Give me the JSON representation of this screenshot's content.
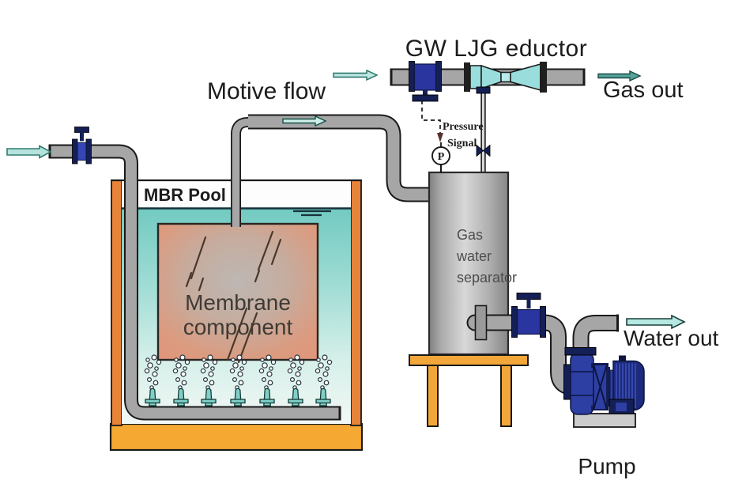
{
  "diagram_title": "GW LJG eductor",
  "labels": {
    "motive_flow": "Motive flow",
    "gas_out": "Gas out",
    "water_out": "Water out",
    "pump": "Pump",
    "mbr_pool": "MBR Pool",
    "membrane_line1": "Membrane",
    "membrane_line2": "component",
    "separator_line1": "Gas",
    "separator_line2": "water",
    "separator_line3": "separator",
    "pressure_line1": "Pressure",
    "pressure_line2": "Signal",
    "gauge_symbol": "P"
  },
  "colors": {
    "pipe_gray": "#a6a6a6",
    "outline": "#1a1a1a",
    "valve_navy": "#141f55",
    "valve_blue": "#2a35a0",
    "eductor_cyan": "#9adddd",
    "pool_wall_orange": "#e8833a",
    "pool_base_gold": "#f5a832",
    "water_teal": "#72cac1",
    "membrane_salmon": "#e2947a",
    "tank_gray": "#d8d8d8",
    "stand_gold": "#f3a73a",
    "pump_blue": "#2e3fa3",
    "pump_dark_blue": "#1d2b7d",
    "arrow_pale_cyan": "#b5e3dc",
    "arrow_teal": "#55a39a",
    "diffuser_teal": "#7fd0c8"
  }
}
